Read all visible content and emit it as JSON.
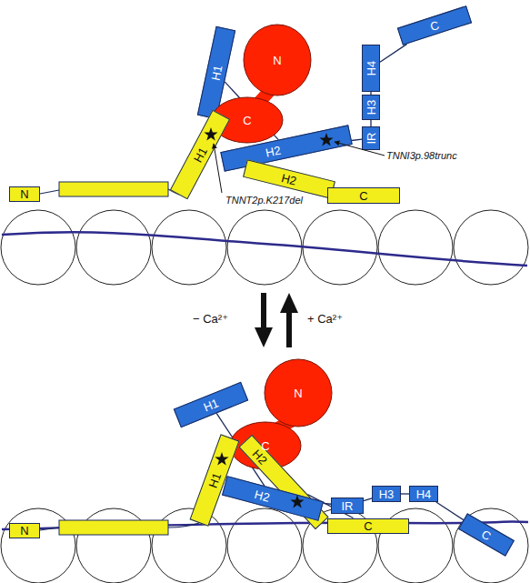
{
  "diagram": {
    "nodes": [
      {
        "text": [
          "C"
        ]
      },
      {
        "text": [
          "N"
        ]
      },
      {
        "text": [
          "H1"
        ]
      },
      {
        "text": [
          "H4"
        ]
      },
      {
        "text": [
          "H3"
        ]
      },
      {
        "text": [
          "C"
        ]
      },
      {
        "text": [
          "IR"
        ]
      },
      {
        "text": [
          "H2"
        ]
      },
      {
        "text": [
          "H1"
        ]
      },
      {
        "text": [
          "H2"
        ]
      },
      {
        "text": [
          "N"
        ]
      },
      {
        "text": [
          "C"
        ]
      },
      {
        "text": [
          "H1"
        ]
      },
      {
        "text": [
          "N"
        ]
      },
      {
        "text": [
          "C"
        ]
      },
      {
        "text": [
          "H1"
        ]
      },
      {
        "text": [
          "H2"
        ]
      },
      {
        "text": [
          "H2"
        ]
      },
      {
        "text": [
          "IR"
        ]
      },
      {
        "text": [
          "H3"
        ]
      },
      {
        "text": [
          "H4"
        ]
      },
      {
        "text": [
          "C"
        ]
      },
      {
        "text": [
          "N"
        ]
      },
      {
        "text": [
          "C"
        ]
      }
    ],
    "edges": [
      {
        "from": 2,
        "to": 7,
        "arrow": "none"
      },
      {
        "from": 7,
        "to": 6,
        "arrow": "none"
      },
      {
        "from": 6,
        "to": 4,
        "arrow": "none"
      },
      {
        "from": 4,
        "to": 3,
        "arrow": "none"
      },
      {
        "from": 3,
        "to": 0,
        "arrow": "none"
      },
      {
        "from": 9,
        "to": 11,
        "arrow": "none"
      },
      {
        "from": 12,
        "to": 17,
        "arrow": "none"
      },
      {
        "from": 17,
        "to": 18,
        "arrow": "none"
      },
      {
        "from": 18,
        "to": 19,
        "arrow": "none"
      },
      {
        "from": 19,
        "to": 20,
        "arrow": "none"
      },
      {
        "from": 20,
        "to": 21,
        "arrow": "none"
      },
      {
        "from": 16,
        "to": 23,
        "arrow": "none"
      }
    ],
    "labels": [
      "TNNI3p.98trunc",
      "TNNT2p.K217del",
      "− Ca²⁺",
      "+ Ca²⁺"
    ]
  }
}
